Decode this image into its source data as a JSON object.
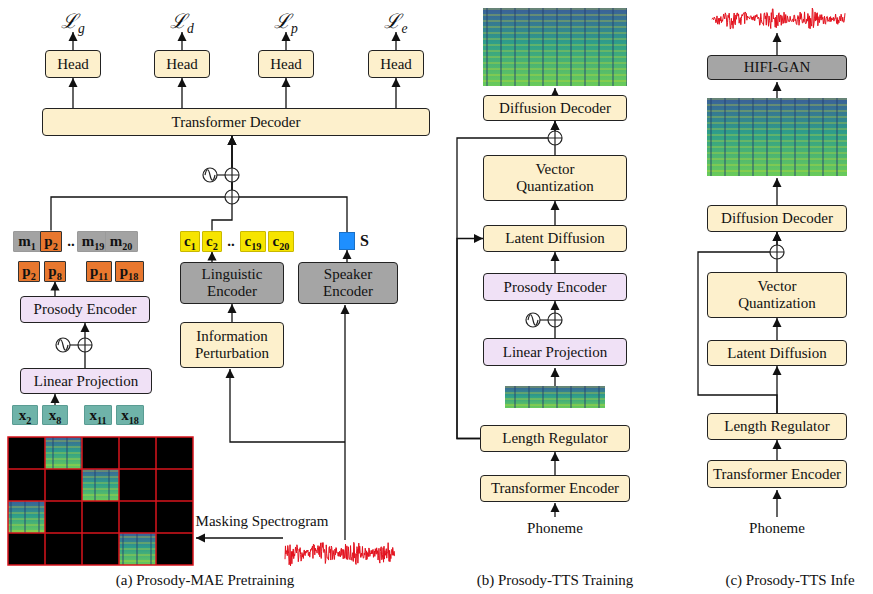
{
  "diagram": {
    "nodes": [
      {
        "text": [
          "Head"
        ]
      },
      {
        "text": [
          "Head"
        ]
      },
      {
        "text": [
          "Head"
        ]
      },
      {
        "text": [
          "Head"
        ]
      },
      {
        "text": [
          "Transformer Decoder"
        ]
      },
      {
        "text": [
          "m1"
        ]
      },
      {
        "text": [
          "p2"
        ]
      },
      {
        "text": [
          "m19"
        ]
      },
      {
        "text": [
          "m20"
        ]
      },
      {
        "text": [
          "c1"
        ]
      },
      {
        "text": [
          "c2"
        ]
      },
      {
        "text": [
          "c19"
        ]
      },
      {
        "text": [
          "c20"
        ]
      },
      {
        "text": [
          "S"
        ]
      },
      {
        "text": [
          "p2"
        ]
      },
      {
        "text": [
          "p8"
        ]
      },
      {
        "text": [
          "p11"
        ]
      },
      {
        "text": [
          "p18"
        ]
      },
      {
        "text": [
          "Linguistic Encoder"
        ]
      },
      {
        "text": [
          "Speaker Encoder"
        ]
      },
      {
        "text": [
          "Prosody Encoder"
        ]
      },
      {
        "text": [
          "Information Perturbation"
        ]
      },
      {
        "text": [
          "Linear Projection"
        ]
      },
      {
        "text": [
          "x2"
        ]
      },
      {
        "text": [
          "x8"
        ]
      },
      {
        "text": [
          "x11"
        ]
      },
      {
        "text": [
          "x18"
        ]
      },
      {
        "text": [
          "Diffusion Decoder"
        ]
      },
      {
        "text": [
          "Vector Quantization"
        ]
      },
      {
        "text": [
          "Latent Diffusion"
        ]
      },
      {
        "text": [
          "Prosody Encoder"
        ]
      },
      {
        "text": [
          "Linear Projection"
        ]
      },
      {
        "text": [
          "Length Regulator"
        ]
      },
      {
        "text": [
          "Transformer Encoder"
        ]
      },
      {
        "text": [
          "HIFI-GAN"
        ]
      },
      {
        "text": [
          "Diffusion Decoder"
        ]
      },
      {
        "text": [
          "Vector Quantization"
        ]
      },
      {
        "text": [
          "Latent Diffusion"
        ]
      },
      {
        "text": [
          "Length Regulator"
        ]
      },
      {
        "text": [
          "Transformer Encoder"
        ]
      }
    ],
    "edges": [
      {
        "from": 4,
        "to": 0,
        "arrow": "to"
      },
      {
        "from": 4,
        "to": 1,
        "arrow": "to"
      },
      {
        "from": 4,
        "to": 2,
        "arrow": "to"
      },
      {
        "from": 4,
        "to": 3,
        "arrow": "to"
      },
      {
        "from": 6,
        "to": 4,
        "arrow": "to"
      },
      {
        "from": 10,
        "to": 4,
        "arrow": "to"
      },
      {
        "from": 13,
        "to": 4,
        "arrow": "to"
      },
      {
        "from": 20,
        "to": 15,
        "arrow": "to"
      },
      {
        "from": 22,
        "to": 20,
        "arrow": "to"
      },
      {
        "from": 24,
        "to": 22,
        "arrow": "to"
      },
      {
        "from": 21,
        "to": 18,
        "arrow": "to"
      },
      {
        "from": 18,
        "to": 10,
        "arrow": "to"
      },
      {
        "from": 19,
        "to": 13,
        "arrow": "to"
      },
      {
        "from": 33,
        "to": 32,
        "arrow": "to"
      },
      {
        "from": 32,
        "to": 29,
        "arrow": "to"
      },
      {
        "from": 32,
        "to": 27,
        "arrow": "to"
      },
      {
        "from": 31,
        "to": 30,
        "arrow": "to"
      },
      {
        "from": 30,
        "to": 29,
        "arrow": "to"
      },
      {
        "from": 29,
        "to": 28,
        "arrow": "to"
      },
      {
        "from": 28,
        "to": 27,
        "arrow": "to"
      },
      {
        "from": 39,
        "to": 38,
        "arrow": "to"
      },
      {
        "from": 38,
        "to": 37,
        "arrow": "to"
      },
      {
        "from": 37,
        "to": 36,
        "arrow": "to"
      },
      {
        "from": 36,
        "to": 35,
        "arrow": "to"
      },
      {
        "from": 38,
        "to": 35,
        "arrow": "to"
      }
    ],
    "labels": [
      "ℒg",
      "ℒd",
      "ℒp",
      "ℒe",
      "..",
      "..",
      "Masking Spectrogram",
      "Phoneme",
      "Phoneme",
      "(a) Prosody-MAE Pretraining",
      "(b) Prosody-TTS Training",
      "(c) Prosody-TTS Infe"
    ]
  }
}
